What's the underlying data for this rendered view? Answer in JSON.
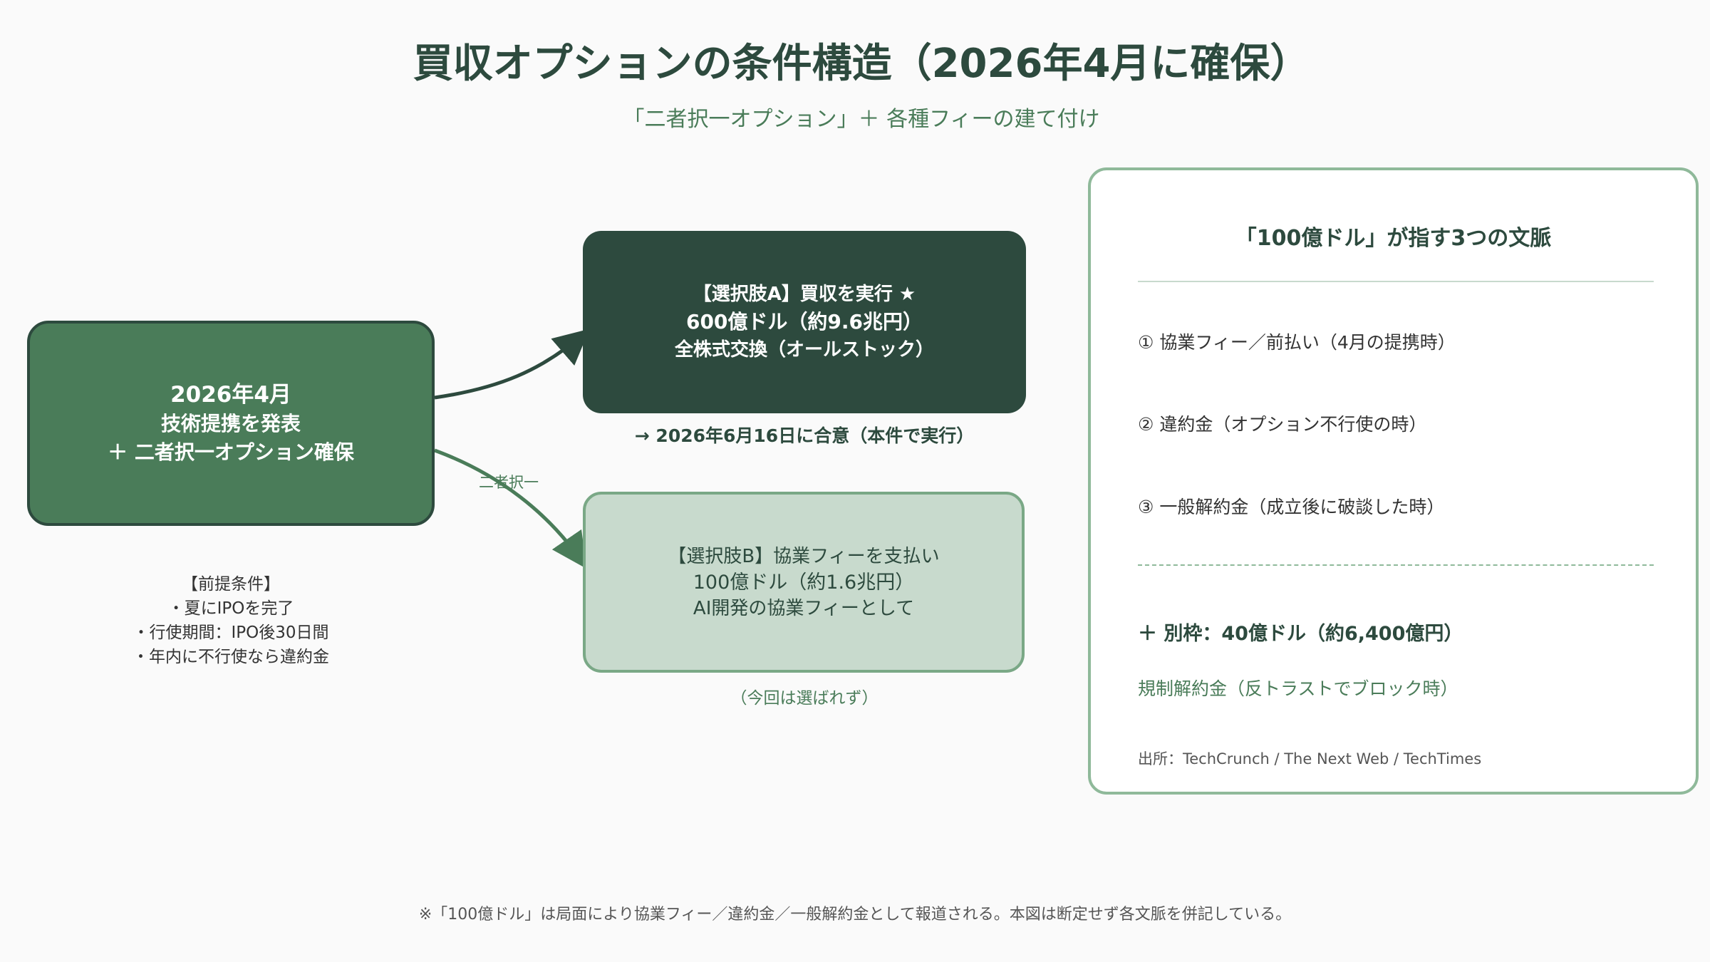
{
  "title": "買収オプションの条件構造（2026年4月に確保）",
  "subtitle": "「二者択一オプション」＋ 各種フィーの建て付け",
  "start_box": {
    "line1": "2026年4月",
    "line2": "技術提携を発表",
    "line3": "＋ 二者択一オプション確保"
  },
  "premise": {
    "heading": "【前提条件】",
    "items": [
      "・夏にIPOを完了",
      "・行使期間：IPO後30日間",
      "・年内に不行使なら違約金"
    ]
  },
  "option_a": {
    "line1": "【選択肢A】買収を実行 ★",
    "line2": "600億ドル（約9.6兆円）",
    "line3": "全株式交換（オールストック）",
    "note": "→ 2026年6月16日に合意（本件で実行）"
  },
  "option_b": {
    "line1": "【選択肢B】協業フィーを支払い",
    "line2": "100億ドル（約1.6兆円）",
    "line3": "AI開発の協業フィーとして",
    "note": "（今回は選ばれず）"
  },
  "edge_label": "二者択一",
  "panel": {
    "title": "「100億ドル」が指す3つの文脈",
    "contexts": [
      "① 協業フィー／前払い（4月の提携時）",
      "② 違約金（オプション不行使の時）",
      "③ 一般解約金（成立後に破談した時）"
    ],
    "extra_head": "＋ 別枠：40億ドル（約6,400億円）",
    "extra_sub": "規制解約金（反トラストでブロック時）",
    "source": "出所：TechCrunch / The Next Web / TechTimes"
  },
  "footnote": "※「100億ドル」は局面により協業フィー／違約金／一般解約金として報道される。本図は断定せず各文脈を併記している。",
  "colors": {
    "dark_green": "#2d4a3e",
    "mid_green": "#4a7c59",
    "light_green": "#c8dacd",
    "border_green": "#8fb99a",
    "background": "#fafafa"
  }
}
